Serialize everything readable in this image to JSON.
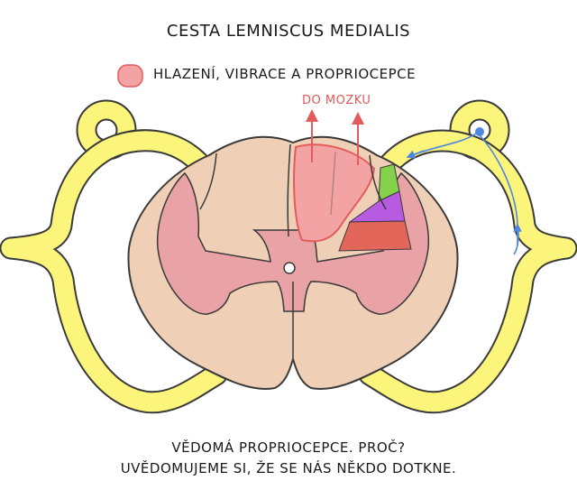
{
  "title": "CESTA LEMNISCUS MEDIALIS",
  "legend": {
    "label": "HLAZENÍ, VIBRACE A PROPRIOCEPCE",
    "color": "#f4a3a5"
  },
  "arrow_label": "DO MOZKU",
  "caption": {
    "line1": "VĚDOMÁ PROPRIOCEPCE. PROČ?",
    "line2": "UVĚDOMUJEME SI, ŽE SE NÁS NĚKDO DOTKNE."
  },
  "colors": {
    "white_matter": "#efcfb5",
    "gray_matter": "#e9a2a6",
    "pathway": "#f4a3a5",
    "pathway_outline": "#e35b5b",
    "nerve": "#fcf57b",
    "tract_green": "#85d14b",
    "tract_purple": "#b75ce0",
    "tract_red": "#e2675a",
    "signal_arrow": "#4e86e0",
    "outline": "#3a3a3a"
  }
}
